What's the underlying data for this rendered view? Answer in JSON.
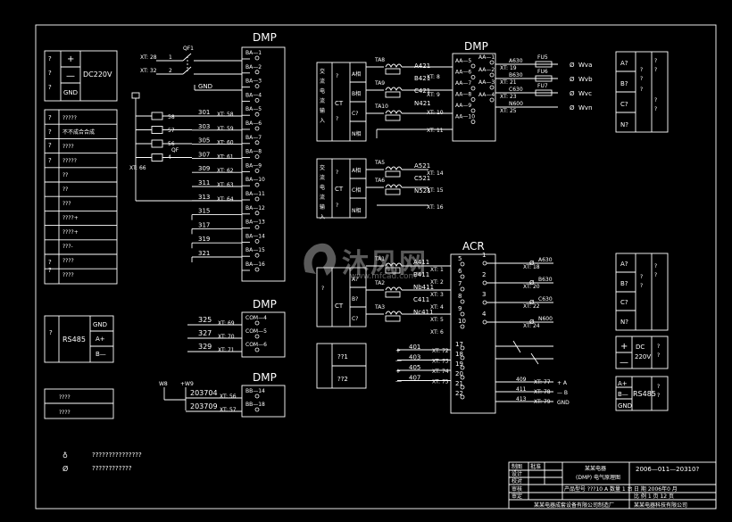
{
  "colors": {
    "background": "#000000",
    "line": "#ffffff",
    "watermark": "#d8d8d8"
  },
  "power_box": {
    "dc_label": "DC220V",
    "plus": "+",
    "minus": "—",
    "gnd": "GND",
    "marks": [
      "?",
      "?",
      "?"
    ]
  },
  "left_panel": {
    "rows": [
      "?????",
      "不不成合合成",
      "????",
      "?????",
      "??",
      "??",
      "???",
      "????+",
      "????+",
      "???-",
      "????",
      "????"
    ],
    "marks": [
      "?",
      "?",
      "?",
      "?",
      "?",
      "?"
    ]
  },
  "rs485_box": {
    "left": "?",
    "name": "RS485",
    "gnd": "GND",
    "a": "A+",
    "b": "B—"
  },
  "small_box": {
    "rows": [
      "????",
      "????"
    ]
  },
  "dmp_main": {
    "title": "DMP",
    "terminals": [
      "BA—1",
      "BA—2",
      "BA—3",
      "BA—4",
      "BA—5",
      "BA—6",
      "BA—7",
      "BA—8",
      "BA—9",
      "BA—10",
      "BA—11",
      "BA—12",
      "BA—13",
      "BA—14",
      "BA—15",
      "BA—16"
    ],
    "qf1": "QF1",
    "xt28": "XT: 28",
    "xt32": "XT: 32",
    "gnd": "GND",
    "in1": "1",
    "in2": "2",
    "wires": [
      "301",
      "303",
      "305",
      "307",
      "309",
      "311",
      "313",
      "315",
      "317",
      "319",
      "321"
    ],
    "xts": [
      "XT: 58",
      "XT: 59",
      "XT: 60",
      "XT: 61",
      "XT: 62",
      "XT: 63",
      "XT: 64"
    ],
    "relay": [
      "58",
      "57",
      "56",
      "4"
    ],
    "qf": "QF",
    "xt66": "XT: 66"
  },
  "dmp_com": {
    "title": "DMP",
    "terminals": [
      "COM—4",
      "COM—5",
      "COM—6"
    ],
    "wires": [
      "325",
      "327",
      "329"
    ],
    "xts": [
      "XT: 69",
      "XT: 70",
      "XT: 71"
    ]
  },
  "dmp_bb": {
    "title": "DMP",
    "terminals": [
      "BB—14",
      "BB—18"
    ],
    "wires": [
      "203704",
      "203709"
    ],
    "xts": [
      "XT: 56",
      "XT: 57"
    ],
    "w8": "W8",
    "plus_w9": "+W9"
  },
  "legend": {
    "rows": [
      "???????????????",
      "????????????"
    ]
  },
  "ct_box1": {
    "vertical": "交流电流输入",
    "ct": "CT",
    "phases": [
      "A相",
      "B相",
      "C?",
      "N相"
    ],
    "marks": [
      "?",
      "?",
      "?"
    ]
  },
  "ct_box2": {
    "vertical": "交流电流输入",
    "ct": "CT",
    "phases": [
      "A相",
      "C相",
      "N相"
    ],
    "marks": [
      "?",
      "?",
      "?"
    ]
  },
  "ct_box3": {
    "vertical": "?",
    "ct": "CT",
    "phases": [
      "A?",
      "B?",
      "C?"
    ]
  },
  "small_box2": {
    "rows": [
      "??1",
      "??2"
    ]
  },
  "dmp_top": {
    "title": "DMP",
    "terminals": [
      "AA—5",
      "AA—6",
      "AA—7",
      "AA—8",
      "AA—9",
      "AA—10",
      "AA—1",
      "AA—2",
      "AA—3",
      "AA—4"
    ],
    "ct_labels": [
      "A421",
      "B421",
      "C421",
      "N421"
    ],
    "xts": [
      "XT: 8",
      "XT: 9",
      "XT: 10",
      "XT: 11"
    ],
    "out_xts": [
      "XT: 19",
      "XT: 21",
      "XT: 23",
      "XT: 25"
    ],
    "wires": [
      "A630",
      "B630",
      "C630",
      "N600"
    ],
    "fuses": [
      "FU5",
      "FU6",
      "FU7"
    ],
    "outputs": [
      "Wva",
      "Wvb",
      "Wvc",
      "Wvn"
    ],
    "ta": [
      "TA8",
      "TA9",
      "TA10"
    ]
  },
  "ct_group2": {
    "labels": [
      "A521",
      "C521",
      "N521"
    ],
    "xts": [
      "XT: 14",
      "XT: 15",
      "XT: 16"
    ],
    "ta": [
      "TA5",
      "TA6"
    ]
  },
  "acr": {
    "title": "ACR",
    "pins": [
      "5",
      "6",
      "7",
      "8",
      "9",
      "10",
      "17",
      "18",
      "19",
      "20",
      "21",
      "22"
    ],
    "ct_labels": [
      "A411",
      "B411",
      "Nb411",
      "C411",
      "Nc411"
    ],
    "xts": [
      "XT: 1",
      "XT: 2",
      "XT: 3",
      "XT: 4",
      "XT: 5",
      "XT: 6"
    ],
    "out_pins": [
      "1",
      "2",
      "3",
      "4"
    ],
    "out_wires": [
      "A630",
      "B630",
      "C630",
      "N600"
    ],
    "out_xts": [
      "XT: 18",
      "XT: 20",
      "XT: 22",
      "XT: 24"
    ],
    "di": [
      "401",
      "403",
      "405",
      "407"
    ],
    "di_xts": [
      "XT: 72",
      "XT: 73",
      "XT: 74",
      "XT: 75"
    ],
    "comm": [
      "409",
      "411",
      "413"
    ],
    "comm_xts": [
      "XT: 77",
      "XT: 78",
      "XT: 79"
    ],
    "comm_labels": [
      "+ A",
      "— B",
      "GND"
    ],
    "ta": [
      "TA1",
      "TA2",
      "TA3"
    ]
  },
  "right_box1": {
    "rows": [
      "A?",
      "B?",
      "C?",
      "N?"
    ],
    "marks": [
      "?",
      "?",
      "?",
      "?",
      "?",
      "?",
      "?"
    ]
  },
  "right_box2": {
    "rows": [
      "A?",
      "B?",
      "C?",
      "N?"
    ],
    "marks": [
      "?",
      "?",
      "?",
      "?"
    ]
  },
  "right_power": {
    "plus": "+",
    "minus": "—",
    "dc": "DC",
    "v": "220V",
    "marks": [
      "?",
      "?"
    ]
  },
  "right_rs485": {
    "a": "A+",
    "b": "B—",
    "name": "RS485",
    "gnd": "GND",
    "marks": [
      "?",
      "?"
    ]
  },
  "title_block": {
    "labels": [
      "制图",
      "设计",
      "校对",
      "审核",
      "审定",
      "批准"
    ],
    "drawing_no": "2006—011—20310?",
    "title1": "某某电器",
    "title2": "(DMP) 电气原理图",
    "model": "产品型号 ???10 A 数量 1 台",
    "date_row": "日 期  2006年0 月",
    "scale": "比 例  1  页  12  页",
    "company1": "某某电器成套设备有限公司制造厂",
    "company2": "某某电器科技有限公司"
  },
  "watermark": {
    "text": "沐风网",
    "url": "www.mfcad.com"
  }
}
